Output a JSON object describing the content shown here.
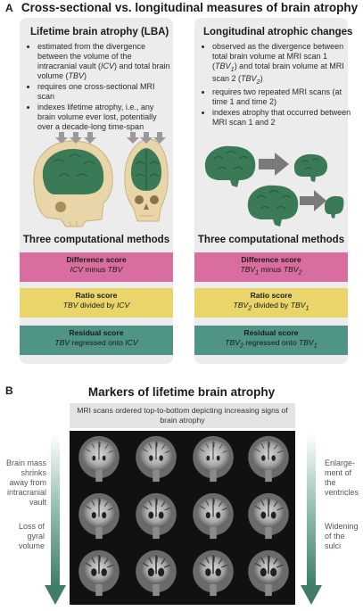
{
  "panel_a": {
    "letter": "A",
    "title": "Cross-sectional vs. longitudinal measures of brain atrophy",
    "left": {
      "title": "Lifetime brain atrophy (LBA)",
      "bullets": [
        "estimated from the divergence between the volume of the intracranial vault (ICV) and total brain volume (TBV)",
        "requires one cross-sectional MRI scan",
        "indexes lifetime atrophy, i.e., any brain volume ever lost, potentially over a decade-long time-span"
      ],
      "methods_title": "Three computational methods",
      "methods": [
        {
          "name": "Difference score",
          "formula": "ICV minus TBV"
        },
        {
          "name": "Ratio score",
          "formula": "TBV divided by ICV"
        },
        {
          "name": "Residual score",
          "formula": "TBV regressed onto ICV"
        }
      ]
    },
    "right": {
      "title": "Longitudinal atrophic changes",
      "bullets": [
        "observed as the divergence between total brain volume at MRI scan 1 (TBV1) and total brain volume at MRI scan 2 (TBV2)",
        "requires two repeated MRI scans (at time 1 and time 2)",
        "indexes atrophy that occurred between MRI scan 1 and 2"
      ],
      "methods_title": "Three computational methods",
      "methods": [
        {
          "name": "Difference score",
          "formula": "TBV1 minus TBV2"
        },
        {
          "name": "Ratio score",
          "formula": "TBV2 divided by TBV1"
        },
        {
          "name": "Residual score",
          "formula": "TBV2 regressed onto TBV1"
        }
      ]
    }
  },
  "panel_b": {
    "letter": "B",
    "title": "Markers of lifetime brain atrophy",
    "caption": "MRI scans ordered top-to-bottom depicting increasing signs of brain atrophy",
    "left_labels": [
      "Brain mass shrinks away from intracranial vault",
      "Loss of gyral volume"
    ],
    "right_labels": [
      "Enlarge-ment of the ventricles",
      "Widening of the sulci"
    ]
  },
  "colors": {
    "pink": "#d86d9f",
    "yellow": "#e9d56a",
    "teal": "#4f9486",
    "arrow_green": "#3f7d66",
    "brain_green": "#3b7a57",
    "skull": "#e8d6a8"
  }
}
